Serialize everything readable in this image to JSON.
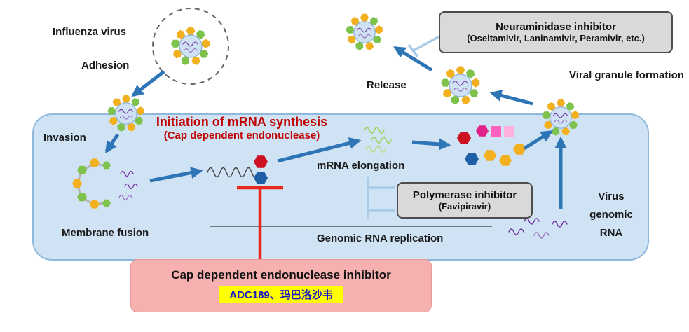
{
  "labels": {
    "influenza_virus": "Influenza virus",
    "adhesion": "Adhesion",
    "invasion": "Invasion",
    "membrane_fusion": "Membrane fusion",
    "initiation_line1": "Initiation of mRNA synthesis",
    "initiation_line2": "(Cap dependent endonuclease)",
    "mrna_elongation": "mRNA elongation",
    "genomic_rna_replication": "Genomic RNA replication",
    "release": "Release",
    "viral_granule_formation": "Viral granule formation",
    "virus_genomic_rna_line1": "Virus",
    "virus_genomic_rna_line2": "genomic",
    "virus_genomic_rna_line3": "RNA"
  },
  "boxes": {
    "neuraminidase": {
      "title": "Neuraminidase inhibitor",
      "subtitle": "(Oseltamivir, Laninamivir, Peramivir, etc.)"
    },
    "polymerase": {
      "title": "Polymerase inhibitor",
      "subtitle": "(Favipiravir)"
    },
    "cap_inhibitor": {
      "title": "Cap dependent endonuclease inhibitor",
      "drugs": "ADC189、玛巴洛沙韦"
    }
  },
  "icons": {
    "virus": "virus-particle-icon",
    "arrow": "flow-arrow",
    "inhibition": "inhibition-t-bar"
  },
  "colors": {
    "cell_fill": "#cfe3f5",
    "cell_border": "#8fb8dc",
    "arrow_blue": "#2e75b6",
    "red_text": "#c00000",
    "inhibitor_red": "#e8281e",
    "box_gray": "#d9d9d9",
    "pink_box": "#f7b0b0",
    "yellow_highlight": "#ffff00",
    "drug_text_blue": "#1414c8",
    "hex_orange": "#f2b01e",
    "hex_green": "#7cc24b",
    "rna_purple": "#7030a0"
  }
}
